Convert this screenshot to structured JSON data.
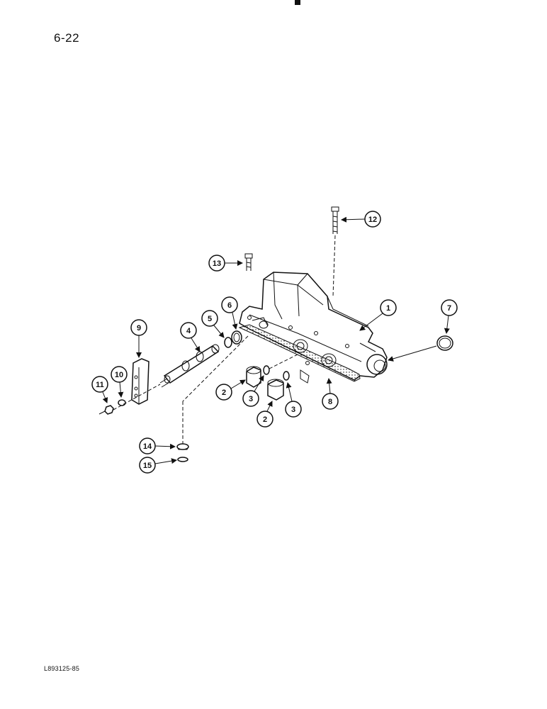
{
  "page": {
    "number": "6-22"
  },
  "figure": {
    "code": "L893125-85",
    "callouts": [
      "1",
      "2",
      "2",
      "3",
      "3",
      "4",
      "5",
      "6",
      "7",
      "8",
      "9",
      "10",
      "11",
      "12",
      "13",
      "14",
      "15"
    ]
  }
}
